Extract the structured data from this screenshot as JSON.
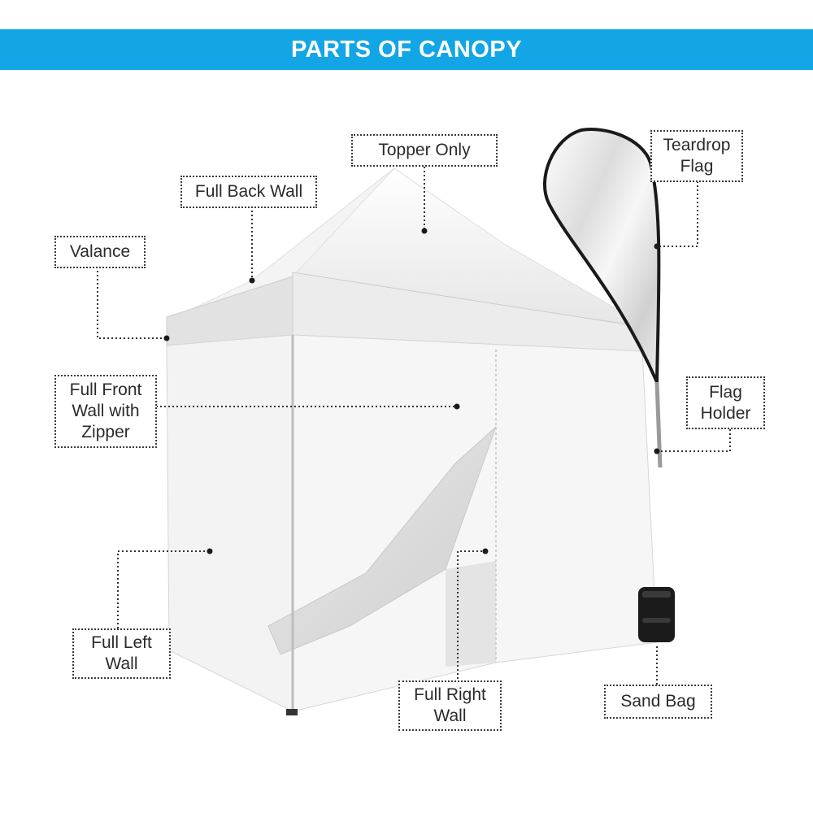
{
  "header": {
    "title": "PARTS OF CANOPY",
    "bg_color": "#12a6e6"
  },
  "labels": {
    "topper_only": "Topper Only",
    "full_back_wall": "Full Back Wall",
    "valance": "Valance",
    "full_front_wall": "Full Front\nWall with\nZipper",
    "full_left_wall": "Full Left\nWall",
    "full_right_wall": "Full Right\nWall",
    "teardrop_flag": "Teardrop\nFlag",
    "flag_holder": "Flag\nHolder",
    "sand_bag": "Sand Bag"
  },
  "colors": {
    "leader_line": "#333333",
    "label_border": "#3a3a3a",
    "tent_fabric": "#f2f2f2",
    "tent_shadow": "#d9d9d9",
    "flag_rim": "#1a1a1a",
    "sand_bag": "#1b1b1b"
  }
}
